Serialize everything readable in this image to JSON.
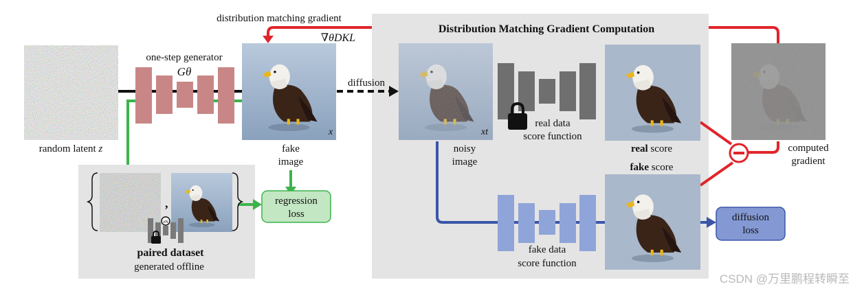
{
  "labels": {
    "random_latent": "random latent ",
    "random_latent_var": "z",
    "generator_title": "one-step generator",
    "generator_symbol": "Gθ",
    "fake_image_1": "fake",
    "fake_image_2": "image",
    "x_label": "x",
    "dist_grad": "distribution matching gradient",
    "dist_grad_symbol": "∇θDKL",
    "diffusion": "diffusion",
    "panel_title": "Distribution Matching Gradient Computation",
    "noisy_1": "noisy",
    "noisy_2": "image",
    "xt_label": "xt",
    "real_data_1": "real data",
    "real_data_2": "score function",
    "real_score_bold": "real",
    "real_score_rest": " score",
    "fake_score_bold": "fake",
    "fake_score_rest": " score",
    "computed_1": "computed",
    "computed_2": "gradient",
    "fake_data_1": "fake data",
    "fake_data_2": "score function",
    "diffusion_loss_1": "diffusion",
    "diffusion_loss_2": "loss",
    "regression_1": "regression",
    "regression_2": "loss",
    "paired_bold": "paired dataset",
    "paired_2": "generated offline",
    "comma": ",",
    "watermark": "CSDN @万里鹏程转瞬至"
  },
  "colors": {
    "red_arrow": "#e0252b",
    "green_arrow": "#3cb44b",
    "blue_arrow": "#3b55a8",
    "generator_block": "#c98686",
    "real_net_block": "#6f6f6f",
    "fake_net_block": "#8fa4d8",
    "panel_bg": "#e4e4e4",
    "regression_box": "#c3e6c3",
    "diffusion_loss_box": "#8499d3"
  },
  "icons": [
    "lock-icon",
    "minus-circle-icon",
    "dashed-arrow"
  ]
}
